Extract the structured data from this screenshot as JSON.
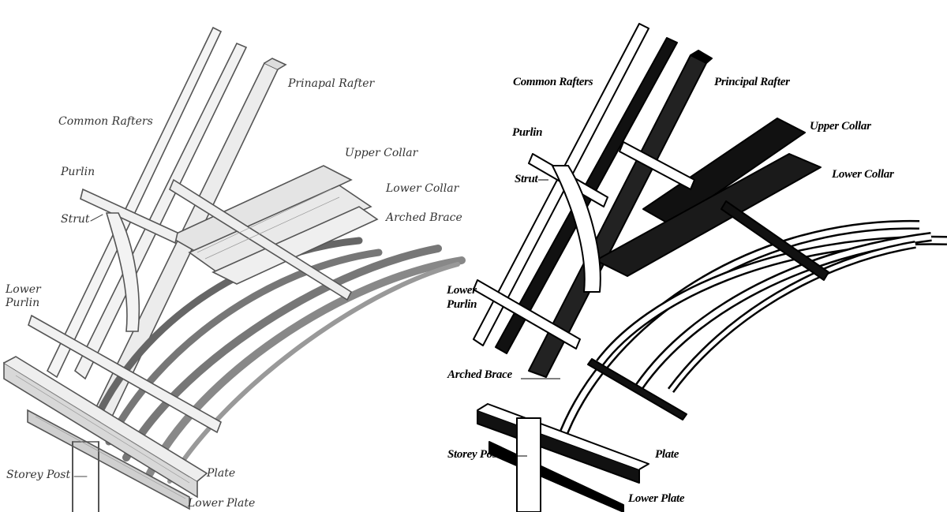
{
  "left_figure": {
    "labels": {
      "common_rafters": "Common Rafters",
      "principal_rafter": "Prinapal Rafter",
      "purlin": "Purlin",
      "upper_collar": "Upper Collar",
      "lower_collar": "Lower Collar",
      "strut": "Strut",
      "arched_brace": "Arched Brace",
      "lower_purlin_1": "Lower",
      "lower_purlin_2": "Purlin",
      "storey_post": "Storey Post",
      "plate": "Plate",
      "lower_plate": "Lower Plate"
    }
  },
  "right_figure": {
    "labels": {
      "common_rafters": "Common Rafters",
      "principal_rafter": "Principal Rafter",
      "purlin": "Purlin",
      "upper_collar": "Upper Collar",
      "lower_collar": "Lower Collar",
      "strut": "Strut",
      "lower_purlin_1": "Lower",
      "lower_purlin_2": "Purlin",
      "arched_brace": "Arched Brace",
      "storey_post": "Storey Post",
      "plate": "Plate",
      "lower_plate": "Lower Plate"
    }
  }
}
